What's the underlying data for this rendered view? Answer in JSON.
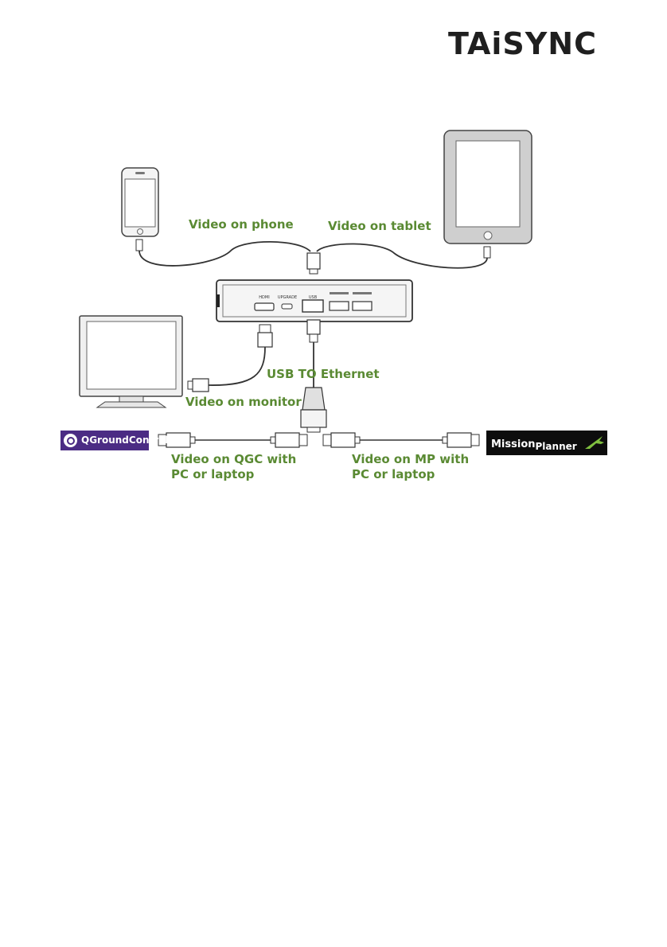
{
  "brand": {
    "logo": "TAiSYNC"
  },
  "labels": {
    "phone": "Video on phone",
    "tablet": "Video on tablet",
    "usb_ethernet": "USB TO Ethernet",
    "monitor": "Video on monitor",
    "qgc": [
      "Video on QGC with",
      "PC or laptop"
    ],
    "mp": [
      "Video on MP with",
      "PC or laptop"
    ]
  },
  "logos": {
    "qgc": "QGroundControl",
    "mp_main": "Mission",
    "mp_sub": "Planner"
  },
  "device_ports": {
    "hdmi": "HDMI",
    "upgrade": "UPGRADE",
    "usb": "USB"
  },
  "colors": {
    "label_green": "#5a8a33",
    "qgc_purple": "#4b2c84",
    "mp_black": "#0d0d0d",
    "line": "#333333"
  }
}
